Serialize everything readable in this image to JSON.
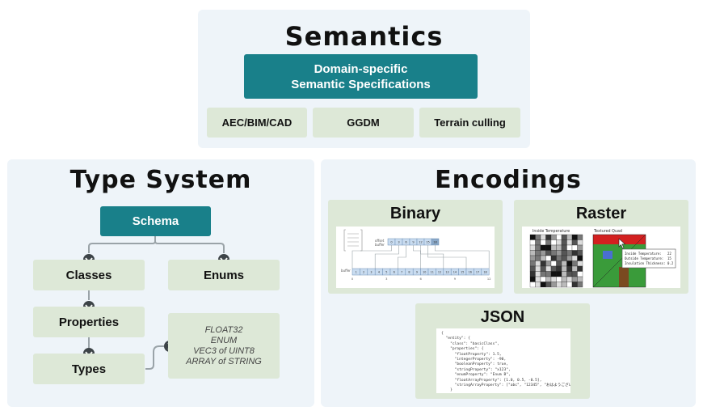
{
  "semantics": {
    "title": "Semantics",
    "main_box": [
      "Domain-specific",
      "Semantic Specifications"
    ],
    "domains": [
      "AEC/BIM/CAD",
      "GGDM",
      "Terrain culling"
    ]
  },
  "type_system": {
    "title": "Type System",
    "schema": "Schema",
    "classes": "Classes",
    "enums": "Enums",
    "properties": "Properties",
    "types": "Types",
    "type_examples": [
      "FLOAT32",
      "ENUM",
      "VEC3 of UINT8",
      "ARRAY of STRING"
    ]
  },
  "encodings": {
    "title": "Encodings",
    "binary": {
      "title": "Binary",
      "offset_label": "offset\nbuffer",
      "buffer_label": "buffer",
      "offsets": [
        "0",
        "3",
        "6",
        "9",
        "12",
        "15",
        "18"
      ],
      "buffer_values": [
        "1",
        "2",
        "3",
        "4",
        "5",
        "6",
        "7",
        "8",
        "9",
        "10",
        "11",
        "12",
        "13",
        "14",
        "15",
        "16",
        "17",
        "18"
      ],
      "axis_ticks": [
        "0",
        "3",
        "6",
        "9",
        "12"
      ]
    },
    "raster": {
      "title": "Raster",
      "left_caption": "Inside Temperature",
      "right_caption": "Textured Quad",
      "tooltip": [
        {
          "label": "Inside Temperature:",
          "value": "22"
        },
        {
          "label": "Outside Temperature:",
          "value": "15"
        },
        {
          "label": "Insulation Thickness:",
          "value": "0.2"
        }
      ]
    },
    "json": {
      "title": "JSON",
      "code": "{\n  \"entity\": {\n    \"class\": \"basicClass\",\n    \"properties\": {\n      \"floatProperty\": 1.5,\n      \"integerProperty\": -90,\n      \"booleanProperty\": true,\n      \"stringProperty\": \"x123\",\n      \"enumProperty\": \"Enum B\",\n      \"floatArrayProperty\": [1.0, 0.5, -0.5],\n      \"stringArrayProperty\": [\"abc\", \"12345\", \"おはようございます\"]\n    }\n  }\n}"
    }
  },
  "colors": {
    "panel_bg": "#eef4f9",
    "teal": "#19808a",
    "green": "#dde8d7",
    "connector": "#9aa3a8",
    "arrow_circle": "#3d4448"
  }
}
